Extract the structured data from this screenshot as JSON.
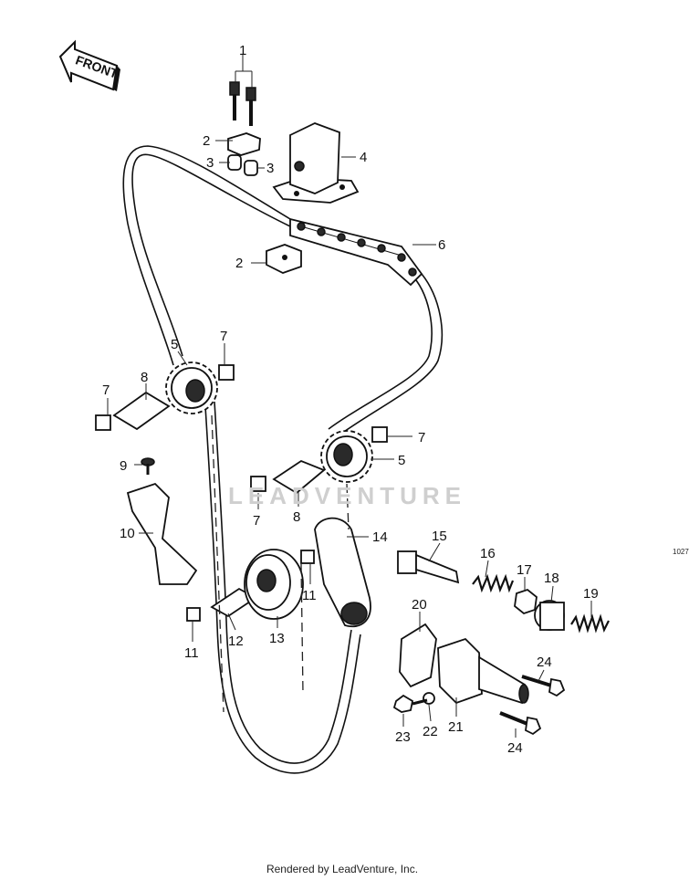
{
  "diagram": {
    "front_label": "FRONT",
    "side_code": "1027",
    "watermark": "LEADVENTURE",
    "footer": "Rendered by LeadVenture, Inc.",
    "callouts": [
      {
        "id": "c1",
        "label": "1"
      },
      {
        "id": "c2a",
        "label": "2"
      },
      {
        "id": "c3a",
        "label": "3"
      },
      {
        "id": "c3b",
        "label": "3"
      },
      {
        "id": "c4",
        "label": "4"
      },
      {
        "id": "c6",
        "label": "6"
      },
      {
        "id": "c2b",
        "label": "2"
      },
      {
        "id": "c5a",
        "label": "5"
      },
      {
        "id": "c7a",
        "label": "7"
      },
      {
        "id": "c7b",
        "label": "7"
      },
      {
        "id": "c8a",
        "label": "8"
      },
      {
        "id": "c7c",
        "label": "7"
      },
      {
        "id": "c5b",
        "label": "5"
      },
      {
        "id": "c9",
        "label": "9"
      },
      {
        "id": "c7d",
        "label": "7"
      },
      {
        "id": "c8b",
        "label": "8"
      },
      {
        "id": "c10",
        "label": "10"
      },
      {
        "id": "c14",
        "label": "14"
      },
      {
        "id": "c15",
        "label": "15"
      },
      {
        "id": "c16",
        "label": "16"
      },
      {
        "id": "c17",
        "label": "17"
      },
      {
        "id": "c18",
        "label": "18"
      },
      {
        "id": "c19",
        "label": "19"
      },
      {
        "id": "c11a",
        "label": "11"
      },
      {
        "id": "c20",
        "label": "20"
      },
      {
        "id": "c11b",
        "label": "11"
      },
      {
        "id": "c12",
        "label": "12"
      },
      {
        "id": "c13",
        "label": "13"
      },
      {
        "id": "c24a",
        "label": "24"
      },
      {
        "id": "c23",
        "label": "23"
      },
      {
        "id": "c22",
        "label": "22"
      },
      {
        "id": "c21",
        "label": "21"
      },
      {
        "id": "c24b",
        "label": "24"
      }
    ]
  }
}
